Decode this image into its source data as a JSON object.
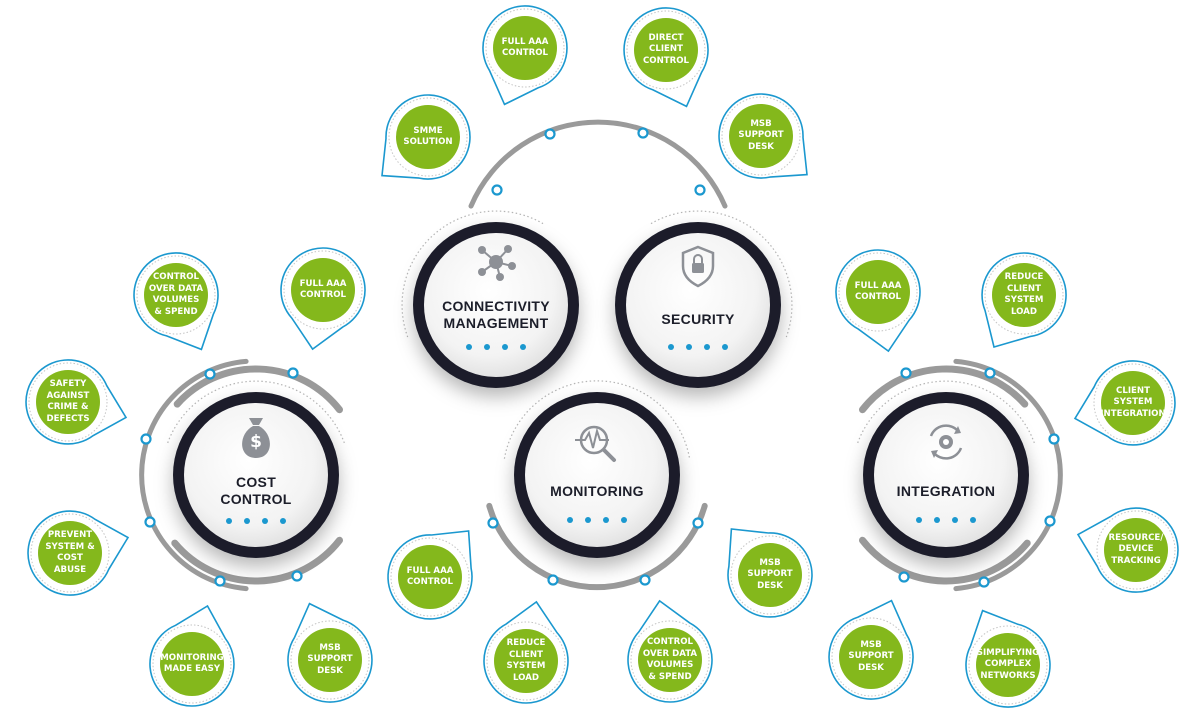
{
  "colors": {
    "ring_dark": "#1c1e2a",
    "ring_gray": "#9a9a9a",
    "accent_blue": "#1b98cf",
    "bubble_green": "#84b81c",
    "hub_icon": "#8d9096"
  },
  "hubs": [
    {
      "id": "connectivity",
      "title": [
        "CONNECTIVITY",
        "MANAGEMENT"
      ],
      "icon": "network-nodes-icon"
    },
    {
      "id": "security",
      "title": [
        "SECURITY"
      ],
      "icon": "shield-lock-icon"
    },
    {
      "id": "cost",
      "title": [
        "COST",
        "CONTROL"
      ],
      "icon": "money-bag-icon"
    },
    {
      "id": "monitoring",
      "title": [
        "MONITORING"
      ],
      "icon": "waveform-magnifier-icon"
    },
    {
      "id": "integration",
      "title": [
        "INTEGRATION"
      ],
      "icon": "cycle-gear-icon"
    }
  ],
  "bubbles": [
    {
      "hub": "connectivity",
      "lines": [
        "SMME",
        "SOLUTION"
      ]
    },
    {
      "hub": "connectivity",
      "lines": [
        "FULL AAA",
        "CONTROL"
      ]
    },
    {
      "hub": "connectivity",
      "lines": [
        "DIRECT",
        "CLIENT",
        "CONTROL"
      ]
    },
    {
      "hub": "connectivity",
      "lines": [
        "MSB",
        "SUPPORT",
        "DESK"
      ]
    },
    {
      "hub": "cost",
      "lines": [
        "CONTROL",
        "OVER DATA",
        "VOLUMES",
        "& SPEND"
      ]
    },
    {
      "hub": "cost",
      "lines": [
        "FULL AAA",
        "CONTROL"
      ]
    },
    {
      "hub": "cost",
      "lines": [
        "SAFETY",
        "AGAINST",
        "CRIME &",
        "DEFECTS"
      ]
    },
    {
      "hub": "cost",
      "lines": [
        "PREVENT",
        "SYSTEM &",
        "COST",
        "ABUSE"
      ]
    },
    {
      "hub": "cost",
      "lines": [
        "MONITORING",
        "MADE EASY"
      ]
    },
    {
      "hub": "cost",
      "lines": [
        "MSB",
        "SUPPORT",
        "DESK"
      ]
    },
    {
      "hub": "monitoring",
      "lines": [
        "FULL AAA",
        "CONTROL"
      ]
    },
    {
      "hub": "monitoring",
      "lines": [
        "REDUCE",
        "CLIENT",
        "SYSTEM",
        "LOAD"
      ]
    },
    {
      "hub": "monitoring",
      "lines": [
        "CONTROL",
        "OVER DATA",
        "VOLUMES",
        "& SPEND"
      ]
    },
    {
      "hub": "monitoring",
      "lines": [
        "MSB",
        "SUPPORT",
        "DESK"
      ]
    },
    {
      "hub": "integration",
      "lines": [
        "FULL AAA",
        "CONTROL"
      ]
    },
    {
      "hub": "integration",
      "lines": [
        "REDUCE",
        "CLIENT",
        "SYSTEM",
        "LOAD"
      ]
    },
    {
      "hub": "integration",
      "lines": [
        "CLIENT",
        "SYSTEM",
        "INTEGRATION"
      ]
    },
    {
      "hub": "integration",
      "lines": [
        "RESOURCE/",
        "DEVICE",
        "TRACKING"
      ]
    },
    {
      "hub": "integration",
      "lines": [
        "MSB",
        "SUPPORT",
        "DESK"
      ]
    },
    {
      "hub": "integration",
      "lines": [
        "SIMPLIFYING",
        "COMPLEX",
        "NETWORKS"
      ]
    }
  ]
}
